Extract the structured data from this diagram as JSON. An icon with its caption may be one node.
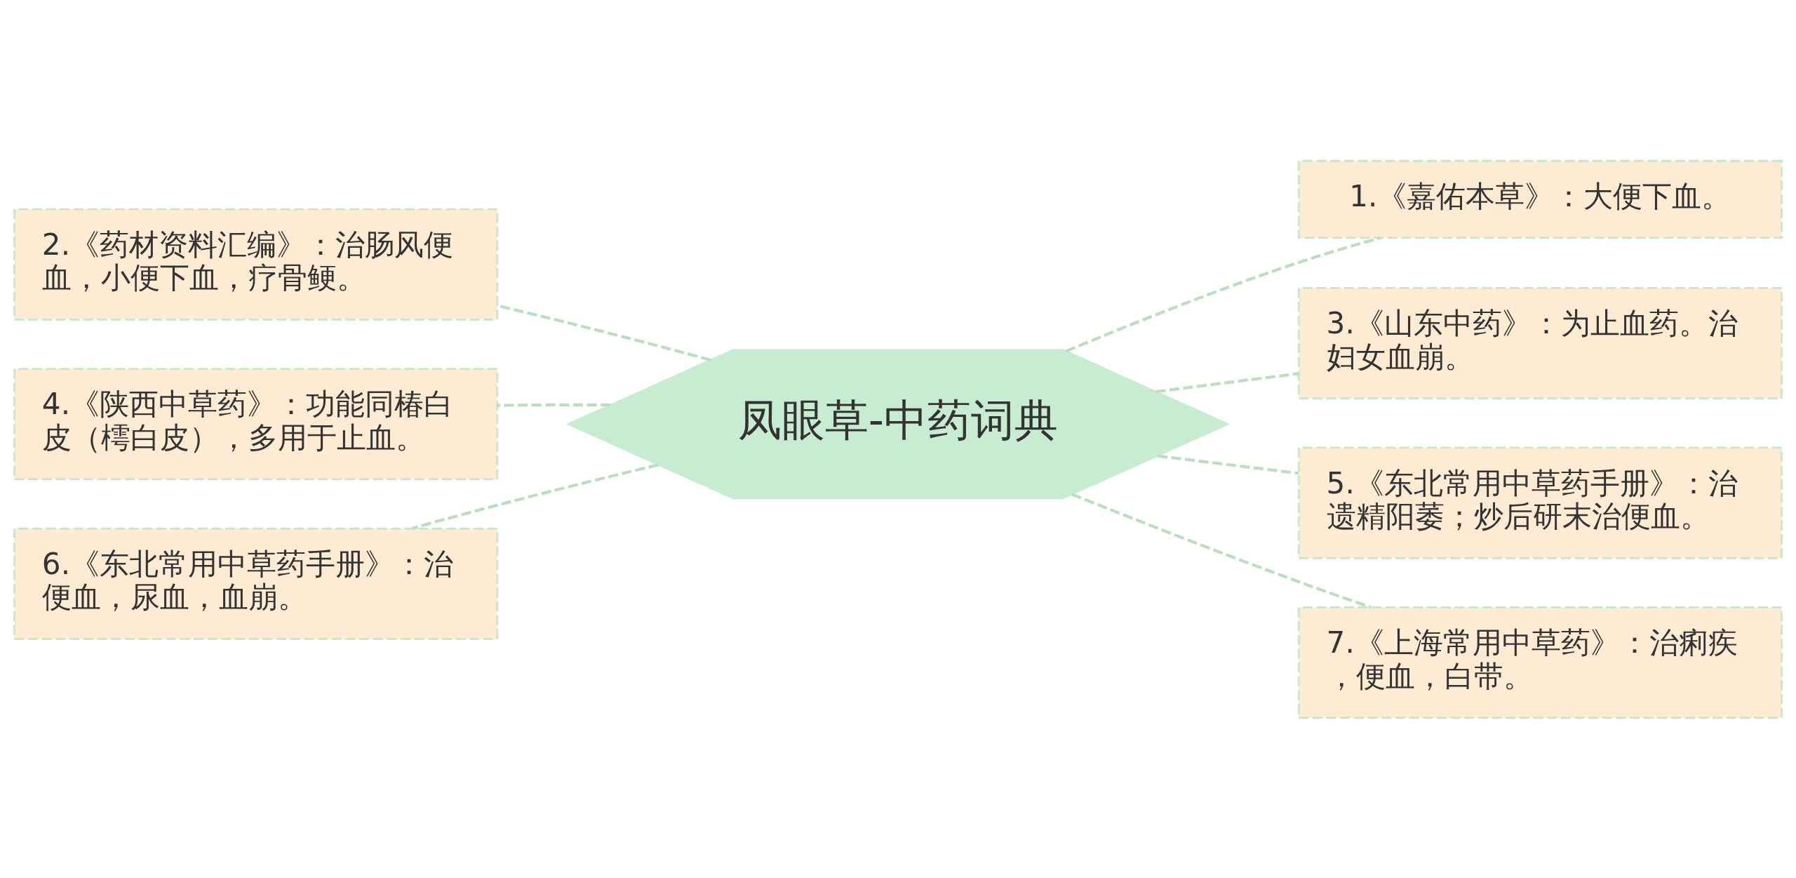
{
  "diagram": {
    "nodes": [
      {
        "text": [
          "凤眼草-中药词典"
        ]
      },
      {
        "text": [
          "1.《嘉佑本草》：大便下血。"
        ]
      },
      {
        "text": [
          "2.《药材资料汇编》：治肠风便血，小便下血，疗骨鲠。"
        ]
      },
      {
        "text": [
          "3.《山东中药》：为止血药。治妇女血崩。"
        ]
      },
      {
        "text": [
          "4.《陕西中草药》：功能同椿白皮（樗白皮），多用于止血。"
        ]
      },
      {
        "text": [
          "5.《东北常用中草药手册》：治遗精阳萎；炒后研末治便血。"
        ]
      },
      {
        "text": [
          "6.《东北常用中草药手册》：治便血，尿血，血崩。"
        ]
      },
      {
        "text": [
          "7.《上海常用中草药》：治痢疾，便血，白带。"
        ]
      }
    ],
    "edges": [
      {
        "from": 0,
        "to": 1,
        "arrow": "none",
        "style": "dashed"
      },
      {
        "from": 0,
        "to": 2,
        "arrow": "none",
        "style": "dashed"
      },
      {
        "from": 0,
        "to": 3,
        "arrow": "none",
        "style": "dashed"
      },
      {
        "from": 0,
        "to": 4,
        "arrow": "none",
        "style": "dashed"
      },
      {
        "from": 0,
        "to": 5,
        "arrow": "none",
        "style": "dashed"
      },
      {
        "from": 0,
        "to": 6,
        "arrow": "none",
        "style": "dashed"
      },
      {
        "from": 0,
        "to": 7,
        "arrow": "none",
        "style": "dashed"
      }
    ]
  }
}
